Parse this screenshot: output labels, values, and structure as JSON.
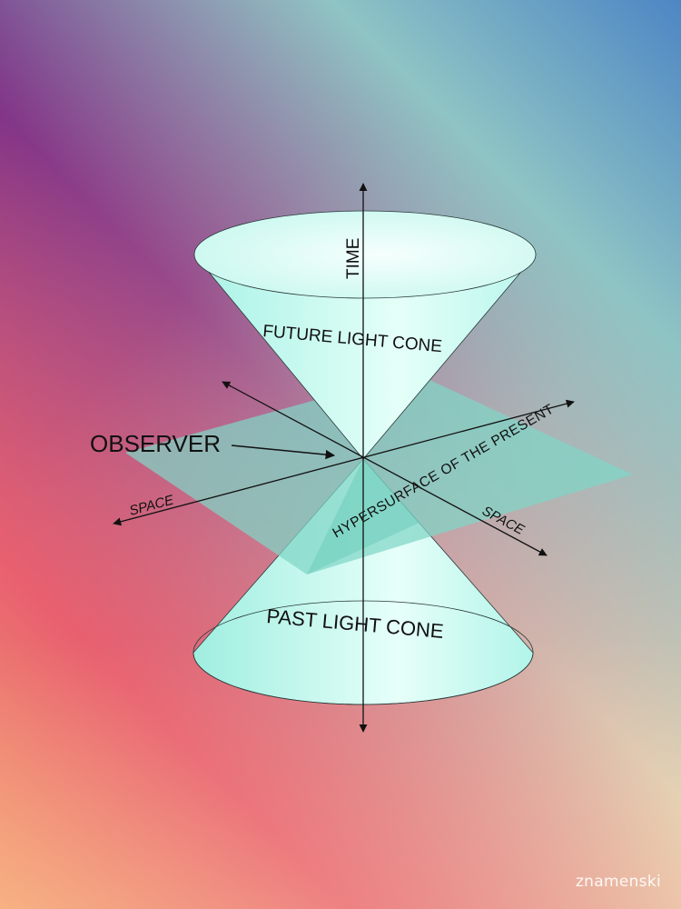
{
  "labels": {
    "time": "TIME",
    "future_light_cone": "FUTURE LIGHT CONE",
    "observer": "OBSERVER",
    "space_left": "SPACE",
    "space_right": "SPACE",
    "hypersurface": "HYPERSURFACE OF THE PRESENT",
    "past_light_cone": "PAST LIGHT CONE"
  },
  "watermark": "znamenski",
  "colors": {
    "cone_fill": "#c6fbf0",
    "plane_fill": "#7fd6c6",
    "line": "#111111"
  }
}
